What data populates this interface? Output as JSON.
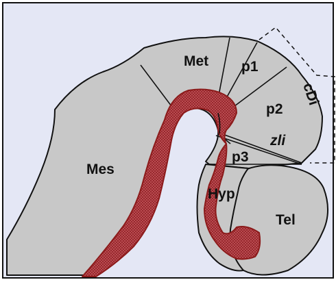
{
  "colors": {
    "background": "#e4e7f5",
    "tissue": "#c8c8c8",
    "ventricle": "#a52a2a",
    "outline": "#111111"
  },
  "labels": {
    "met": "Met",
    "mes": "Mes",
    "p1": "p1",
    "p2": "p2",
    "zli": "zli",
    "p3": "p3",
    "hyp": "Hyp",
    "tel": "Tel",
    "cdi": "cDi"
  }
}
